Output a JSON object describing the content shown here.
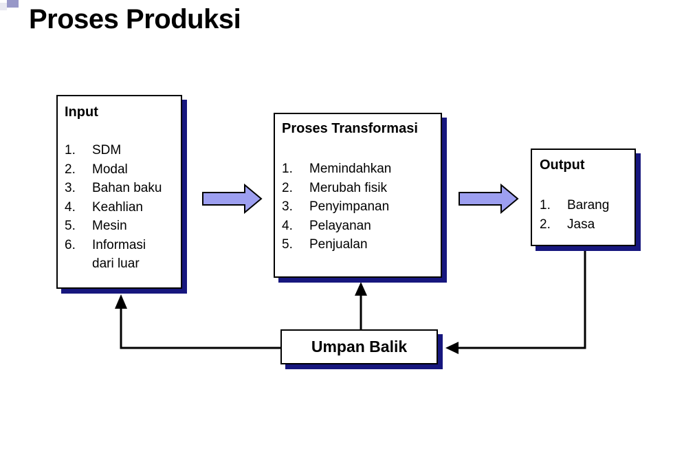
{
  "slide": {
    "title": "Proses Produksi",
    "colors": {
      "line": "#000000",
      "arrow_fill": "#9d9ff0",
      "shadow": "#17177e",
      "box_border": "#000000",
      "box_fill": "#ffffff",
      "decor_purple": "#9898c8",
      "decor_light": "#e9e9f1"
    },
    "boxes": {
      "input": {
        "title": "Input",
        "items": [
          "SDM",
          "Modal",
          "Bahan baku",
          "Keahlian",
          "Mesin",
          "Informasi dari luar"
        ]
      },
      "process": {
        "title": "Proses Transformasi",
        "items": [
          "Memindahkan",
          "Merubah fisik",
          "Penyimpanan",
          "Pelayanan",
          "Penjualan"
        ]
      },
      "output": {
        "title": "Output",
        "items": [
          "Barang",
          "Jasa"
        ]
      },
      "feedback": {
        "title": "Umpan Balik"
      }
    }
  }
}
